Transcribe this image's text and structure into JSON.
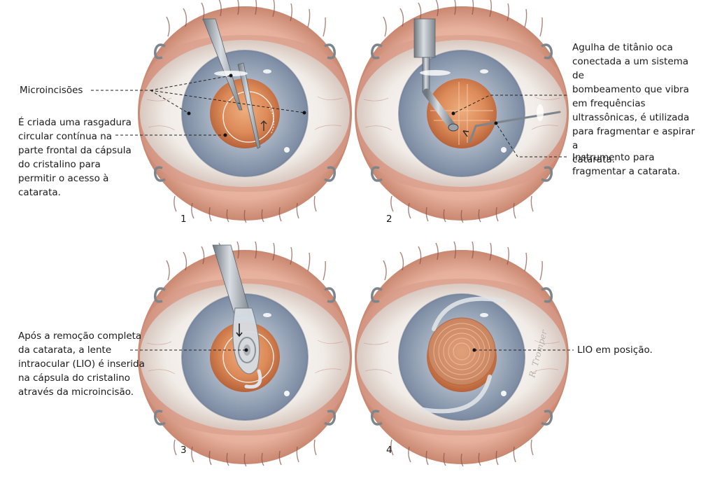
{
  "panels": [
    {
      "number": "1",
      "labels": {
        "microincisions": "Microincisões",
        "capsulorhexis": "É criada uma rasgadura\ncircular contínua na\nparte frontal da cápsula\ndo cristalino para\npermitir o acesso à\ncatarata."
      }
    },
    {
      "number": "2",
      "labels": {
        "needle": "Agulha de titânio oca\nconectada a um sistema de\nbombeamento que vibra\nem frequências\nultrassônicas, é utilizada\npara fragmentar e aspirar a\ncatarata.",
        "instrument": "Instrumento para\nfragmentar a catarata."
      }
    },
    {
      "number": "3",
      "labels": {
        "insertion": "Após a remoção completa\nda catarata, a lente\nintraocular (LIO) é inserida\nna cápsula do cristalino\natravés da microincisão."
      }
    },
    {
      "number": "4",
      "labels": {
        "iol_position": "LIO em posição."
      }
    }
  ],
  "signature": "R. Tromper",
  "colors": {
    "skin": "#e8b8a6",
    "sclera": "#efe9e4",
    "iris": "#8e9db2",
    "pupil": "#d98555",
    "instrument": "#9aa1a8",
    "lens": "#d9dee4"
  }
}
